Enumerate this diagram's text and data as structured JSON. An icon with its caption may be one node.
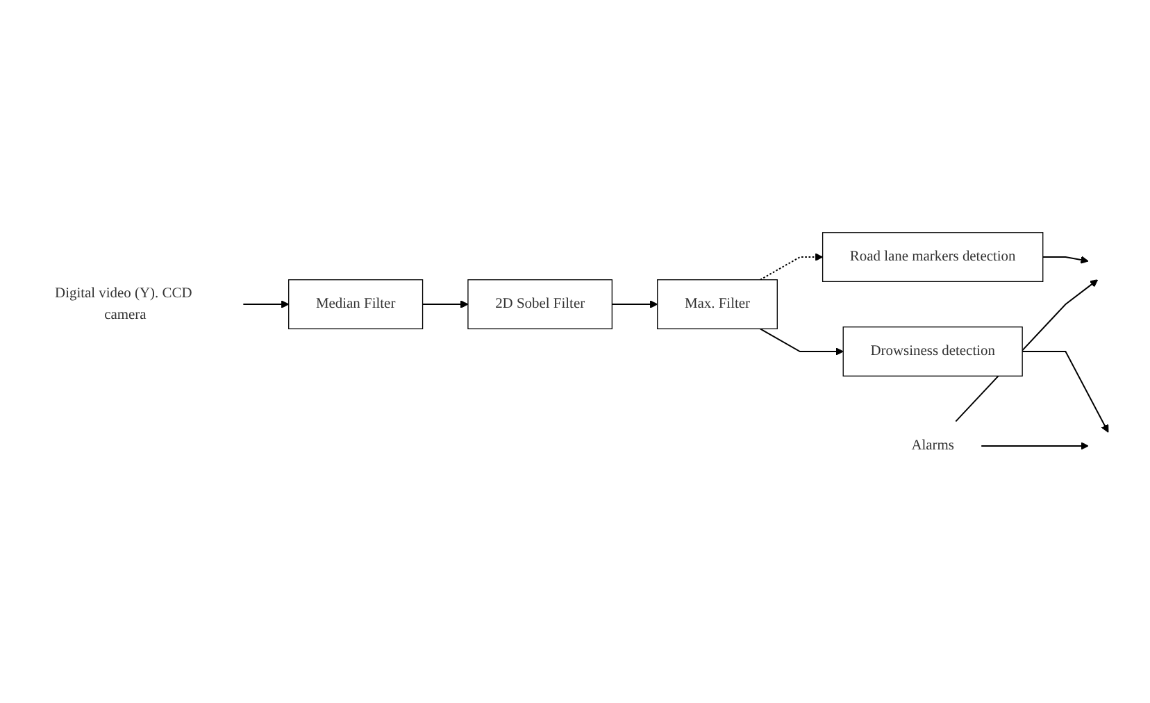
{
  "diagram": {
    "nodes": [
      {
        "text": [
          "Digital video (Y). CCD camera"
        ]
      },
      {
        "text": [
          "Median Filter"
        ]
      },
      {
        "text": [
          "2D Sobel Filter"
        ]
      },
      {
        "text": [
          "Max. Filter"
        ]
      },
      {
        "text": [
          "Road lane markers detection"
        ]
      },
      {
        "text": [
          "Drowsiness detection"
        ]
      },
      {
        "text": [
          "Alarms"
        ]
      }
    ],
    "edges": [
      {
        "from": 0,
        "to": 1,
        "arrow": "to"
      },
      {
        "from": 1,
        "to": 2,
        "arrow": "to"
      },
      {
        "from": 2,
        "to": 3,
        "arrow": "to"
      },
      {
        "from": 3,
        "to": 4,
        "arrow": "to",
        "style": "dashed"
      },
      {
        "from": 3,
        "to": 5,
        "arrow": "to"
      },
      {
        "from": 4,
        "to": null,
        "arrow": "to"
      },
      {
        "from": 5,
        "to": null,
        "arrow": "to"
      },
      {
        "from": 6,
        "to": null,
        "arrow": "to"
      },
      {
        "from": 6,
        "to": null,
        "arrow": "to"
      }
    ]
  }
}
